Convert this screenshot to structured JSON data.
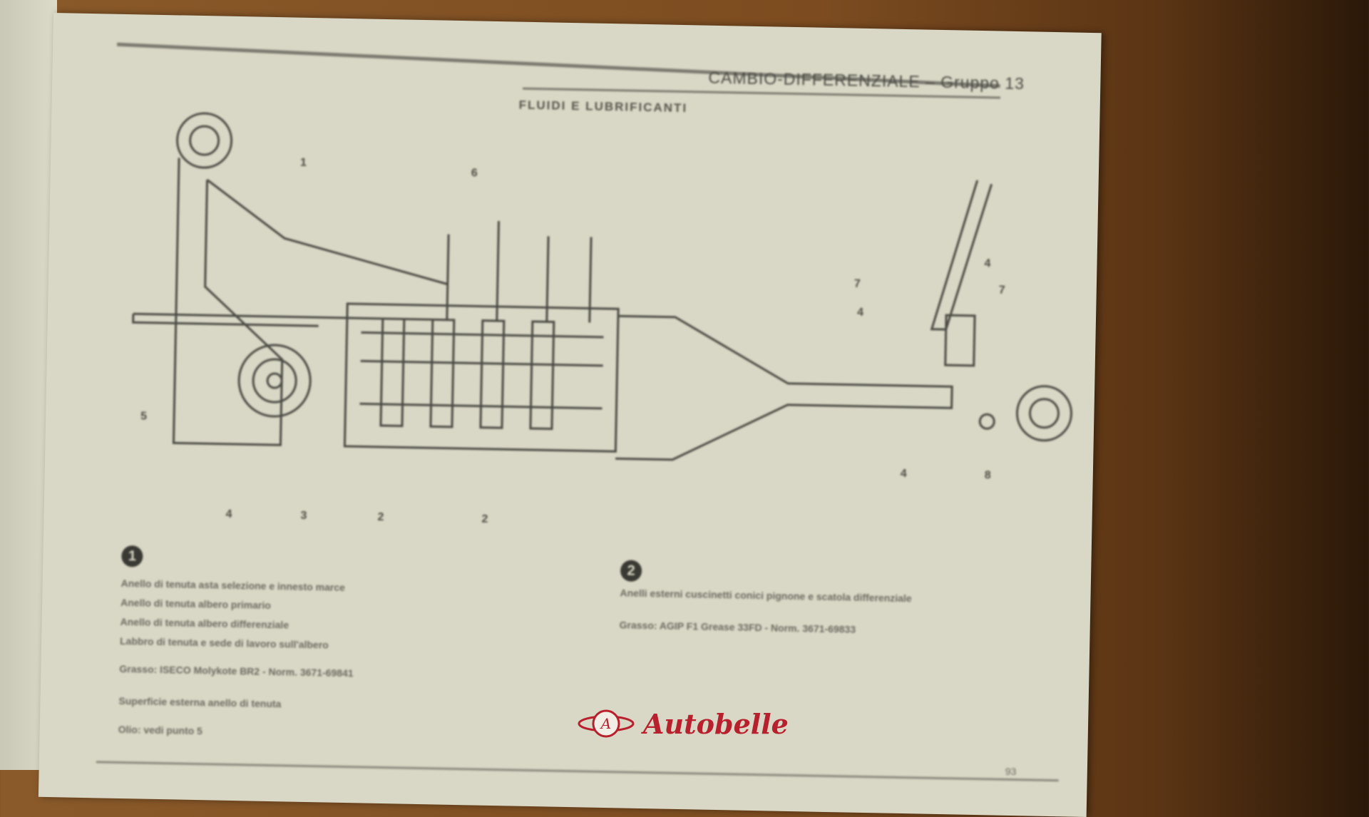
{
  "header": {
    "title": "CAMBIO-DIFFERENZIALE – Gruppo 13",
    "subtitle": "FLUIDI E LUBRIFICANTI"
  },
  "diagram": {
    "callouts": [
      "1",
      "6",
      "5",
      "4",
      "3",
      "2",
      "2",
      "7",
      "4",
      "7",
      "4",
      "4",
      "8"
    ]
  },
  "notes": {
    "group1": {
      "badge": "1",
      "lines": [
        "Anello di tenuta asta selezione e innesto marce",
        "Anello di tenuta albero primario",
        "Anello di tenuta albero differenziale",
        "Labbro di tenuta e sede di lavoro sull'albero"
      ],
      "grease": "Grasso: ISECO Molykote BR2 - Norm. 3671-69841",
      "surface": "Superficie esterna anello di tenuta",
      "oil": "Olio: vedi punto 5"
    },
    "group2": {
      "badge": "2",
      "lines": [
        "Anelli esterni cuscinetti conici pignone e scatola differenziale"
      ],
      "grease": "Grasso: AGIP F1 Grease 33FD - Norm. 3671-69833"
    }
  },
  "page_number": "93",
  "watermark": {
    "text": "Autobelle",
    "color": "#b8202e"
  }
}
